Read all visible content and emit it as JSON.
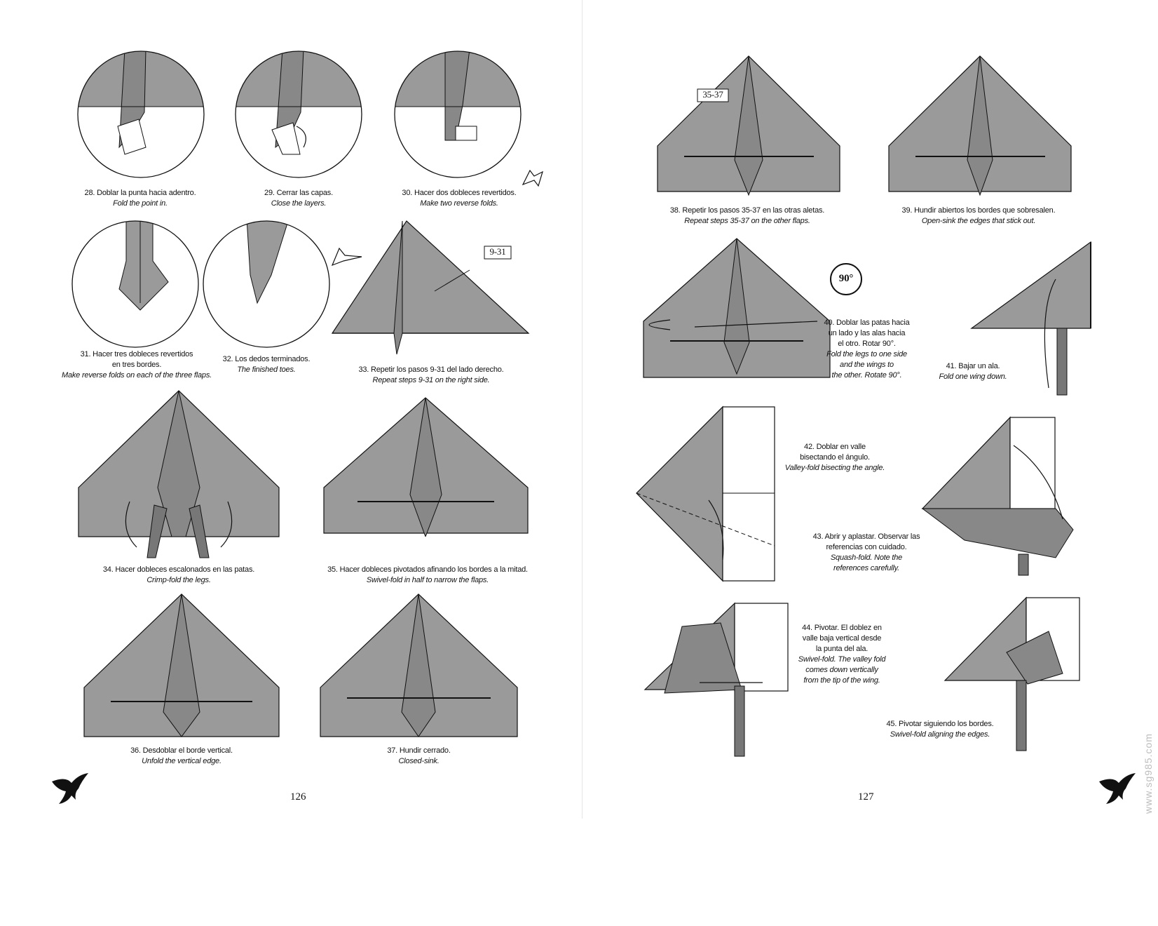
{
  "pages": {
    "left": {
      "page_number": "126",
      "steps": [
        {
          "id": "28",
          "es": "28. Doblar la punta hacia adentro.",
          "en": "Fold the point in."
        },
        {
          "id": "29",
          "es": "29. Cerrar las capas.",
          "en": "Close the layers."
        },
        {
          "id": "30",
          "es": "30. Hacer dos dobleces revertidos.",
          "en": "Make two reverse folds."
        },
        {
          "id": "31",
          "es_lines": [
            "31. Hacer tres dobleces revertidos",
            "en tres bordes."
          ],
          "en": "Make reverse folds on each of the three flaps."
        },
        {
          "id": "32",
          "es": "32. Los dedos terminados.",
          "en": "The finished toes."
        },
        {
          "id": "33",
          "es": "33. Repetir los pasos 9-31 del lado derecho.",
          "en": "Repeat steps 9-31 on the right side.",
          "ref": "9-31"
        },
        {
          "id": "34",
          "es": "34. Hacer dobleces escalonados en las patas.",
          "en": "Crimp-fold the legs."
        },
        {
          "id": "35",
          "es": "35. Hacer dobleces pivotados afinando los bordes a la mitad.",
          "en": "Swivel-fold in half to narrow the flaps."
        },
        {
          "id": "36",
          "es": "36. Desdoblar el borde vertical.",
          "en": "Unfold the vertical edge."
        },
        {
          "id": "37",
          "es": "37. Hundir cerrado.",
          "en": "Closed-sink."
        }
      ]
    },
    "right": {
      "page_number": "127",
      "steps": [
        {
          "id": "38",
          "es": "38. Repetir los pasos 35-37 en las otras aletas.",
          "en": "Repeat steps 35-37 on the other flaps.",
          "ref": "35-37"
        },
        {
          "id": "39",
          "es": "39. Hundir abiertos los bordes que sobresalen.",
          "en": "Open-sink the edges that stick out."
        },
        {
          "id": "40",
          "es_lines": [
            "40. Doblar las patas hacia",
            "un lado y las alas hacia",
            "el otro. Rotar 90°."
          ],
          "en_lines": [
            "Fold the legs to one side",
            "and the wings to",
            "the other. Rotate 90°."
          ],
          "rotation": "90°"
        },
        {
          "id": "41",
          "es": "41. Bajar un ala.",
          "en": "Fold one wing down."
        },
        {
          "id": "42",
          "es_lines": [
            "42. Doblar en valle",
            "bisectando el ángulo."
          ],
          "en": "Valley-fold bisecting the angle."
        },
        {
          "id": "43",
          "es_lines": [
            "43. Abrir y aplastar. Observar las",
            "referencias con cuidado."
          ],
          "en_lines": [
            "Squash-fold. Note the",
            "references carefully."
          ]
        },
        {
          "id": "44",
          "es_lines": [
            "44. Pivotar. El doblez en",
            "valle baja vertical desde",
            "la punta del ala."
          ],
          "en_lines": [
            "Swivel-fold. The valley fold",
            "comes down vertically",
            "from the tip of the wing."
          ]
        },
        {
          "id": "45",
          "es": "45. Pivotar siguiendo los bordes.",
          "en": "Swivel-fold aligning the edges."
        }
      ]
    }
  },
  "watermark": "www.sg985.com",
  "colors": {
    "paper": "#9a9a9a",
    "line": "#111111",
    "page": "#ffffff"
  }
}
